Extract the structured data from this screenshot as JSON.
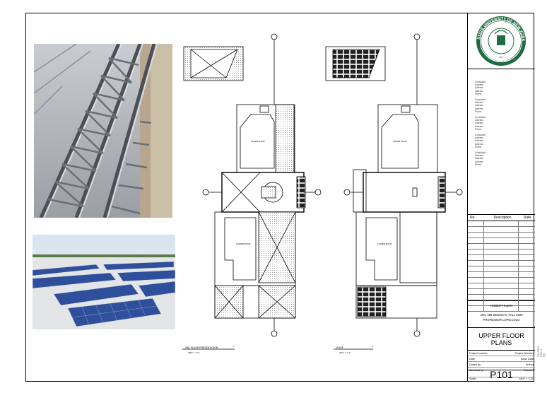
{
  "title_block": {
    "logo": {
      "text_top": "STATE UNIVERSITY OF NEW YORK",
      "text_bottom": "FARMINGDALE",
      "year": "1912",
      "color": "#1f6b43"
    },
    "consultants": [
      {
        "heading": "Consultant",
        "lines": [
          "Address",
          "Address",
          "Address",
          "Phone"
        ]
      },
      {
        "heading": "Consultant",
        "lines": [
          "Address",
          "Address",
          "Address",
          "Phone"
        ]
      },
      {
        "heading": "Consultant",
        "lines": [
          "Address",
          "Address",
          "Address",
          "Phone"
        ]
      },
      {
        "heading": "Consultant",
        "lines": [
          "Address",
          "Address",
          "Address",
          "Phone"
        ]
      },
      {
        "heading": "Consultant",
        "lines": [
          "Address",
          "Address",
          "Address",
          "Phone"
        ]
      }
    ],
    "revision_headers": [
      "No.",
      "Description",
      "Date"
    ],
    "author": "ROBERT KLEIN",
    "course": "ARC 486 DESIGN V, FALL 2023",
    "professor": "PROFESSOR LOPICCOLO",
    "sheet_title": "UPPER FLOOR PLANS",
    "info": [
      {
        "label": "Project number",
        "value": "Project Number"
      },
      {
        "label": "Date",
        "value": "Issue Date"
      },
      {
        "label": "Drawn by",
        "value": "Author"
      },
      {
        "label": "Checked by",
        "value": "Checker"
      }
    ],
    "sheet_number": "P101",
    "scale_label": "Scale",
    "scale": "3/64\" = 1'-0\""
  },
  "views": [
    {
      "title": "2ND FLOOR PRESENTATION",
      "scale": "3/64\" = 1'-0\"",
      "number": "1"
    },
    {
      "title": "ROOF",
      "scale": "3/64\" = 1'-0\"",
      "number": "2"
    }
  ],
  "room_labels": [
    "UPPER ROOF",
    "LOWER ROOF",
    "UPPER ROOF",
    "LOWER ROOF"
  ],
  "plot_stamp": "9/11/2023 4:55:17 PM"
}
